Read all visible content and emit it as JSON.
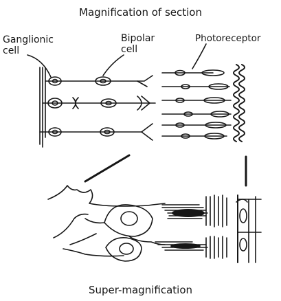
{
  "title_top": "Magnification of section",
  "title_bottom": "Super-magnification",
  "labels": {
    "ganglionic_line1": "Ganglionic",
    "ganglionic_line2": "cell",
    "bipolar_line1": "Bipolar",
    "bipolar_line2": "cell",
    "photoreceptor": "Photoreceptor"
  },
  "colors": {
    "ink": "#161616",
    "background": "#ffffff"
  }
}
